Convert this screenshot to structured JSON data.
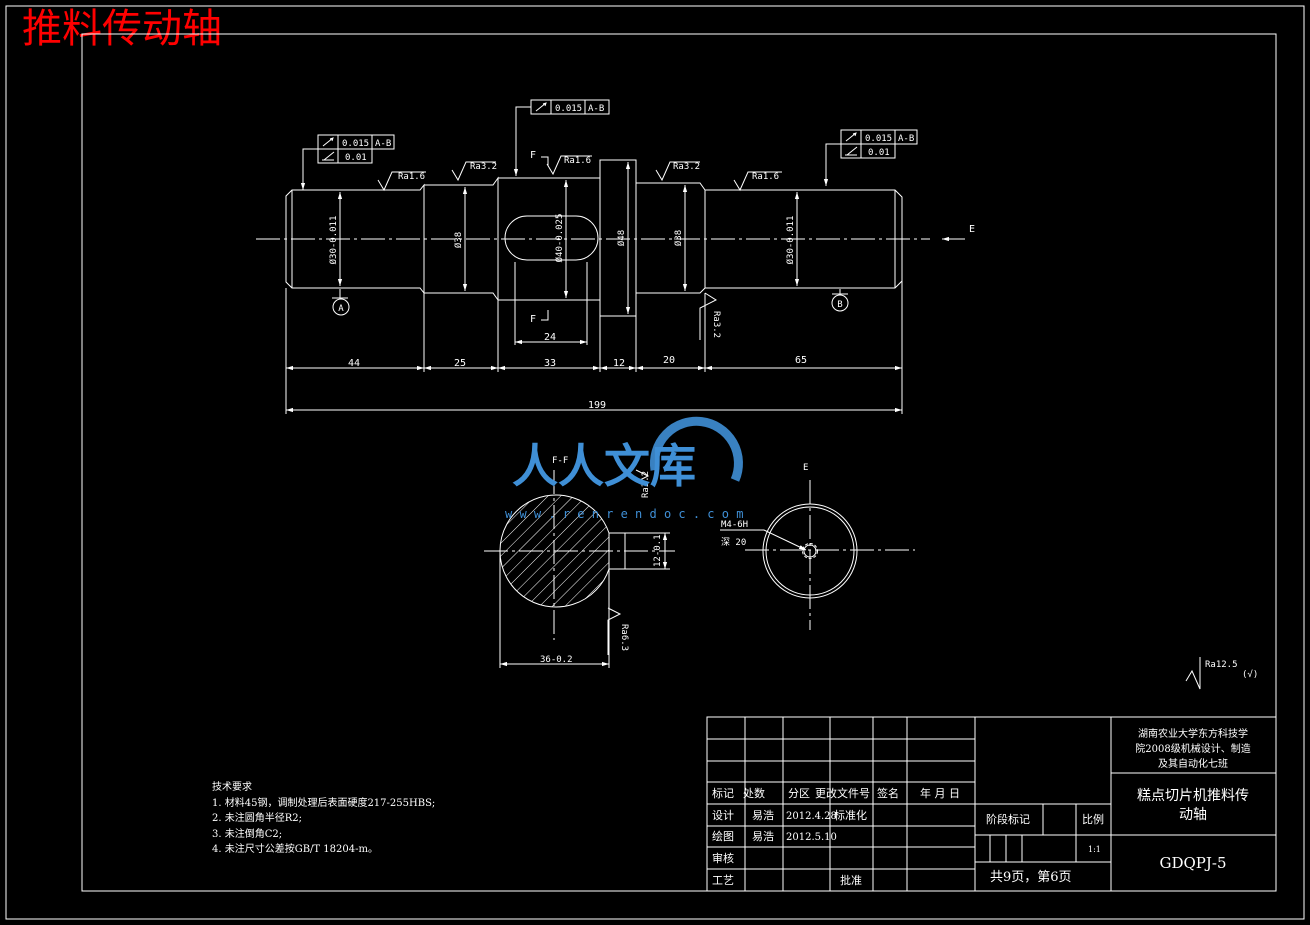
{
  "title": "推料传动轴",
  "watermark": {
    "brand": "人人文库",
    "site": "w w w . r e n r e n d o c . c o m",
    "color": "#3f8fd6"
  },
  "colors": {
    "background": "#000000",
    "lines": "#ffffff",
    "title": "#ff0000"
  },
  "dimensions": {
    "d44": "44",
    "d25": "25",
    "d33": "33",
    "d12": "12",
    "d20": "20",
    "d65": "65",
    "d199": "199",
    "d24": "24",
    "dia30a": "Ø30-0.011",
    "dia38a": "Ø38",
    "dia40": "Ø40-0.025",
    "dia48": "Ø48",
    "dia38b": "Ø38",
    "dia30b": "Ø30-0.011",
    "sec_width": "36-0.2",
    "sec_depth": "12-0.1"
  },
  "roughness": {
    "r1": "Ra1.6",
    "r2": "Ra3.2",
    "r3": "Ra1.6",
    "r4": "Ra3.2",
    "r5": "Ra1.6",
    "r6": "Ra3.2",
    "r7": "Ra3.2",
    "r8": "Ra6.3",
    "general": "Ra12.5",
    "general_suffix": "(√)"
  },
  "tolerance": {
    "t1_val": "0.015",
    "t1_ref": "A-B",
    "t1b_val": "0.01",
    "t2_val": "0.015",
    "t2_ref": "A-B",
    "t3_val": "0.015",
    "t3_ref": "A-B",
    "t3b_val": "0.01"
  },
  "labels": {
    "datum_a": "A",
    "datum_b": "B",
    "sec_f": "F",
    "view_e": "E",
    "sec_title": "F-F",
    "view_title": "E",
    "thread": "M4-6H",
    "depth": "深 20"
  },
  "notes": {
    "heading": "技术要求",
    "items": [
      "1. 材料45钢，调制处理后表面硬度217-255HBS;",
      "2. 未注圆角半径R2;",
      "3. 未注倒角C2;",
      "4. 未注尺寸公差按GB/T 18204-m。"
    ]
  },
  "title_block": {
    "school_1": "湖南农业大学东方科技学",
    "school_2": "院2008级机械设计、制造",
    "school_3": "及其自动化七班",
    "part_name_1": "糕点切片机推料传",
    "part_name_2": "动轴",
    "drawing_no": "GDQPJ-5",
    "h_mark": "标记",
    "h_count": "处数",
    "h_zone": "分区",
    "h_change": "更改文件号",
    "h_sign": "签名",
    "h_date": "年 月 日",
    "design": "设计",
    "designer": "易浩",
    "design_date": "2012.4.28",
    "standard": "标准化",
    "drawn": "绘图",
    "drafter": "易浩",
    "drawn_date": "2012.5.10",
    "review": "审核",
    "process": "工艺",
    "approve": "批准",
    "stage": "阶段标记",
    "scale_lbl": "比例",
    "scale": "1:1",
    "sheets": "共9页，第6页"
  }
}
